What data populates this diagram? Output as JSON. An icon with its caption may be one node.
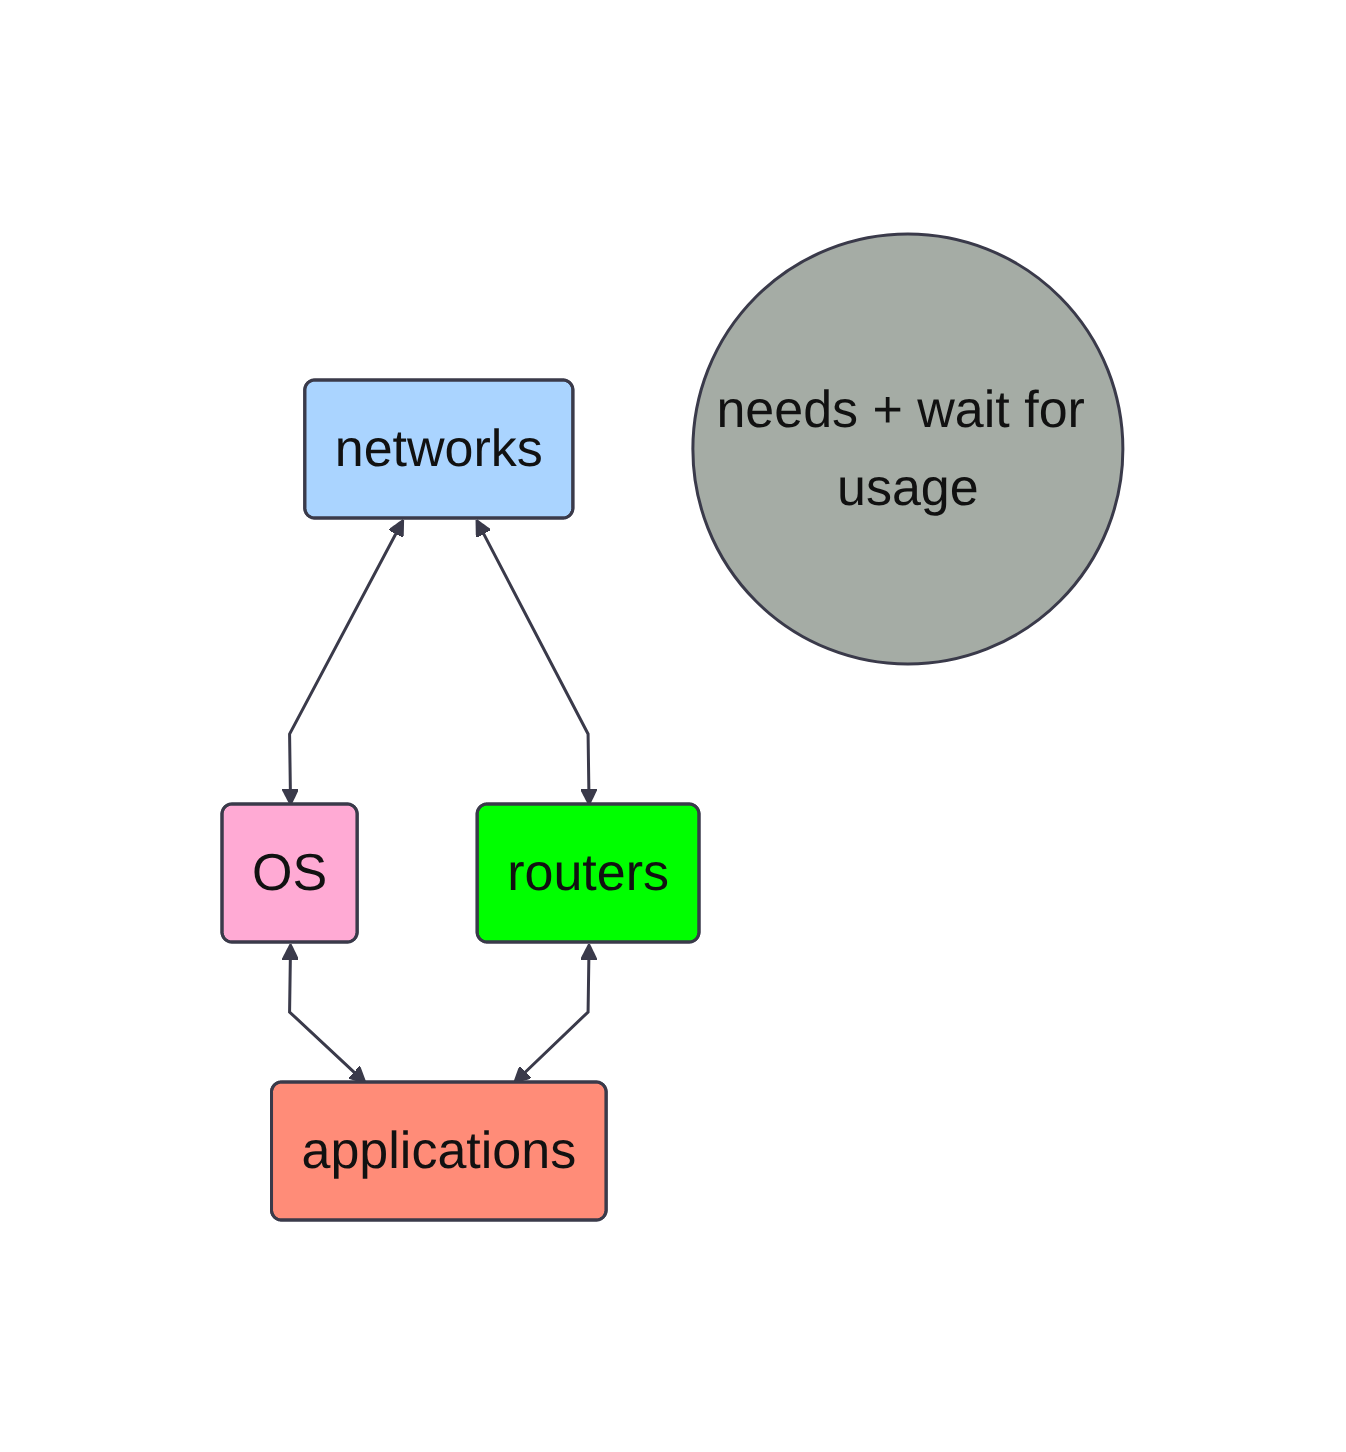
{
  "diagram": {
    "nodes": [
      {
        "text": [
          "networks"
        ]
      },
      {
        "text": [
          "OS"
        ]
      },
      {
        "text": [
          "routers"
        ]
      },
      {
        "text": [
          "applications"
        ]
      },
      {
        "text": [
          "needs + wait for usage"
        ]
      }
    ],
    "edges": [
      {
        "from": 0,
        "to": 1,
        "arrow": "both"
      },
      {
        "from": 0,
        "to": 2,
        "arrow": "both"
      },
      {
        "from": 1,
        "to": 3,
        "arrow": "both"
      },
      {
        "from": 2,
        "to": 3,
        "arrow": "both"
      }
    ]
  }
}
